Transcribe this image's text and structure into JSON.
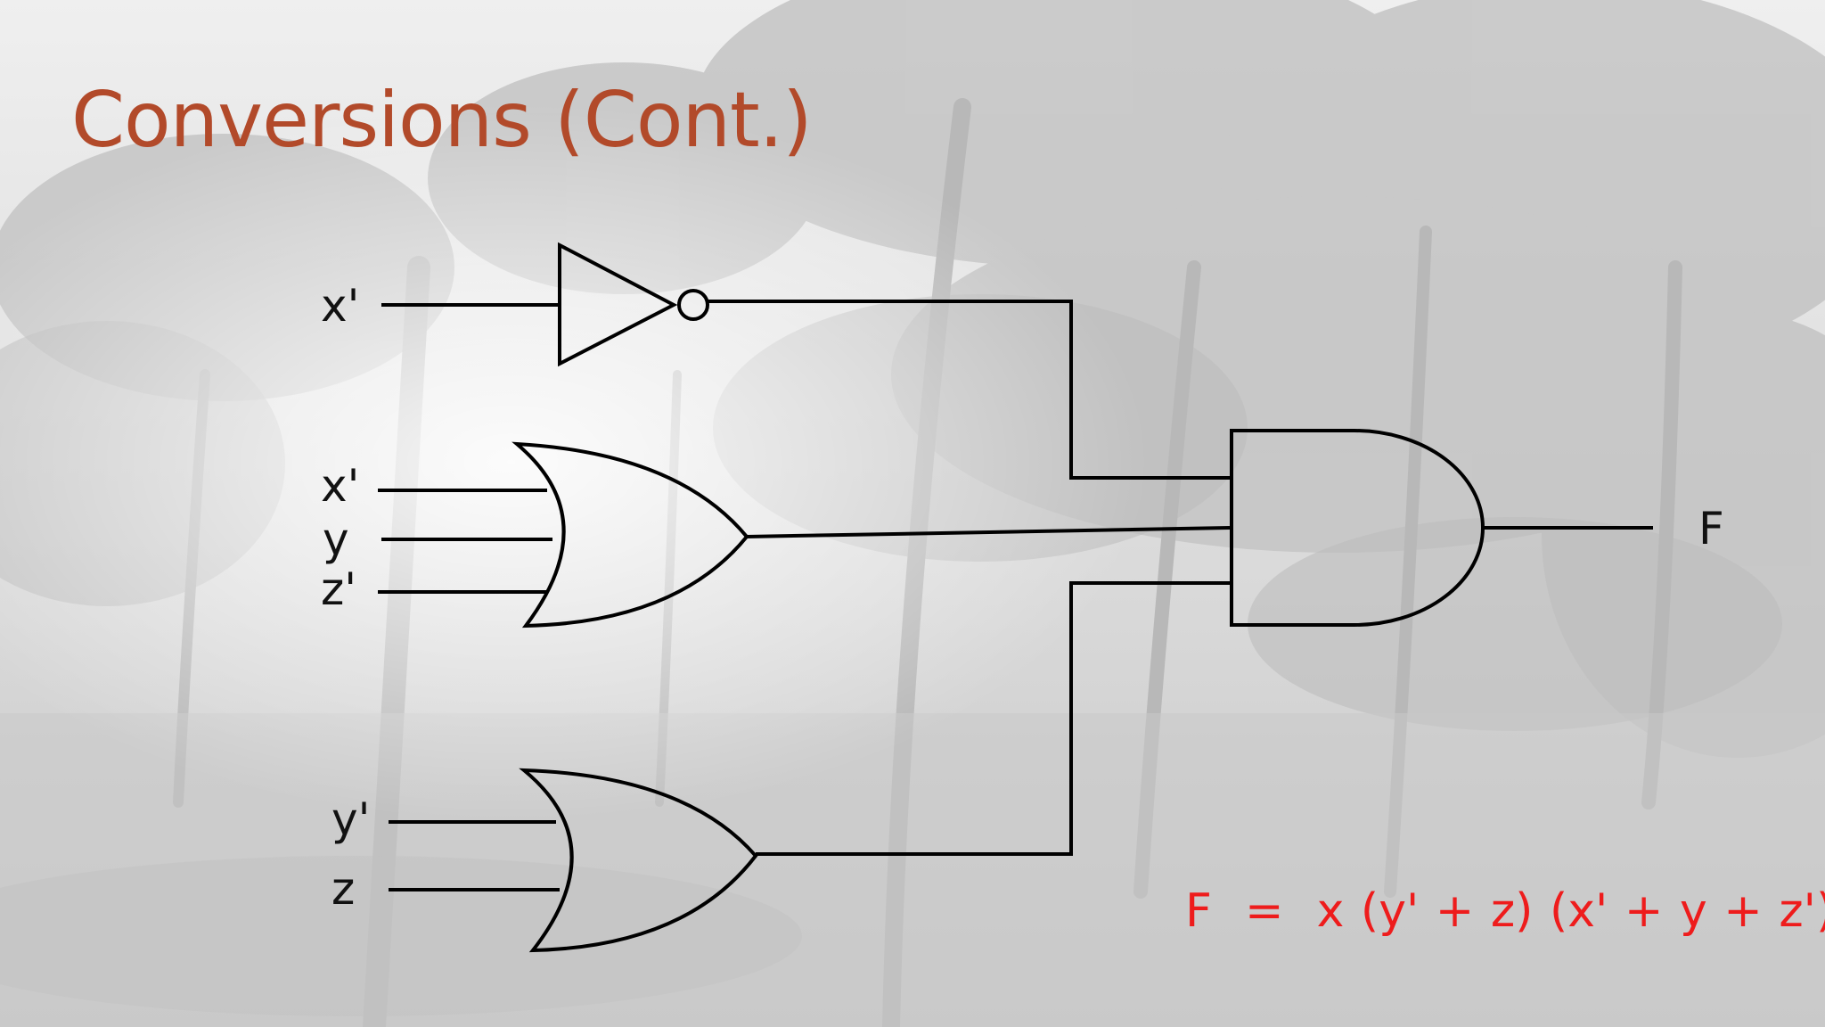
{
  "slide": {
    "title": "Conversions (Cont.)",
    "title_color": "#b24a2a",
    "background": "grayscale photo of palm tree grove (faded)"
  },
  "diagram": {
    "inputs": {
      "not_gate_input": "x'",
      "or_gate_1_inputs": [
        "x'",
        "y",
        "z'"
      ],
      "or_gate_2_inputs": [
        "y'",
        "z"
      ]
    },
    "gates": [
      "NOT",
      "OR",
      "OR",
      "AND"
    ],
    "output_label": "F",
    "equation": "F  =  x (y' + z) (x' + y + z')",
    "equation_color": "#ee1c1c"
  }
}
